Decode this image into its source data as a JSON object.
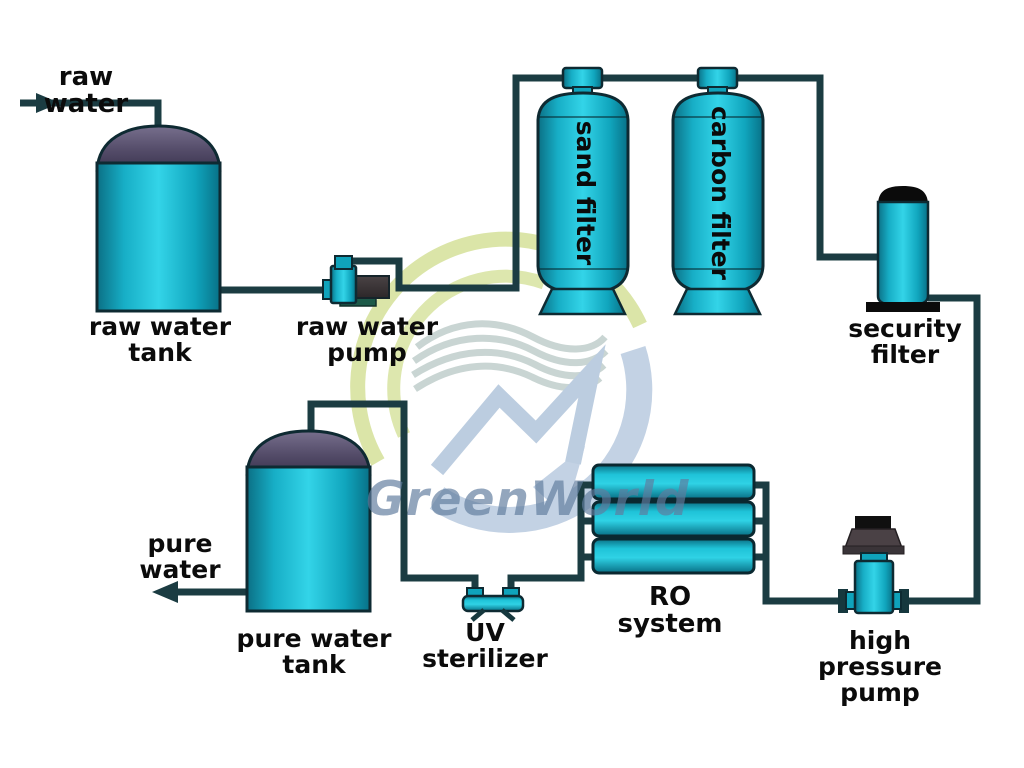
{
  "watermark_brand": "GreenWorld",
  "labels": {
    "inlet": "raw water",
    "raw_water_tank": "raw water\ntank",
    "raw_water_pump": "raw water\npump",
    "sand_filter": "sand filter",
    "carbon_filter": "carbon filter",
    "security_filter": "security\nfilter",
    "high_pressure_pump": "high pressure\npump",
    "ro_system": "RO system",
    "uv_sterilizer": "UV\nsterilizer",
    "pure_water_outlet": "pure\nwater",
    "pure_water_tank": "pure water\ntank"
  },
  "colors": {
    "pipe": "#1b3c42",
    "equipment_cyan_bright": "#33d4e8",
    "equipment_cyan_dark": "#0b7085",
    "tank_dome": "#544c69",
    "label_text": "#0b0b0b",
    "logo_green": "#dbe5a8",
    "logo_blue": "#c3d2e4"
  }
}
